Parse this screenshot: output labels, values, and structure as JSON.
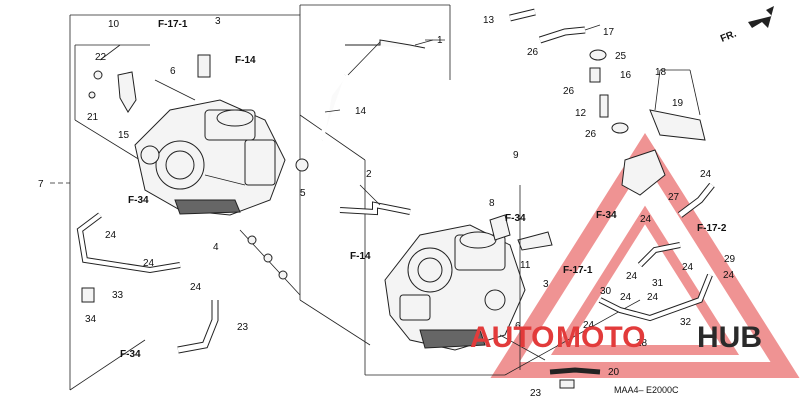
{
  "direction_label": "FR.",
  "drawing_code": "MAA4– E2000C",
  "watermark": {
    "part1": "AUTO",
    "part2": "MOTO",
    "part3": "HUB",
    "color_red": "#e23b3b",
    "color_dark": "#2a2a2a"
  },
  "refs": [
    "F-17-1",
    "F-14",
    "F-34",
    "F-14",
    "F-34",
    "F-17-1",
    "F-17-2",
    "F-34",
    "F-34"
  ],
  "callouts": [
    "10",
    "3",
    "22",
    "6",
    "21",
    "15",
    "7",
    "5",
    "1",
    "13",
    "17",
    "26",
    "25",
    "16",
    "26",
    "18",
    "19",
    "12",
    "26",
    "14",
    "2",
    "9",
    "24",
    "8",
    "4",
    "11",
    "27",
    "24",
    "29",
    "24",
    "24",
    "24",
    "24",
    "33",
    "24",
    "34",
    "23",
    "3",
    "6",
    "30",
    "24",
    "24",
    "31",
    "24",
    "32",
    "28",
    "20",
    "23",
    "24"
  ]
}
